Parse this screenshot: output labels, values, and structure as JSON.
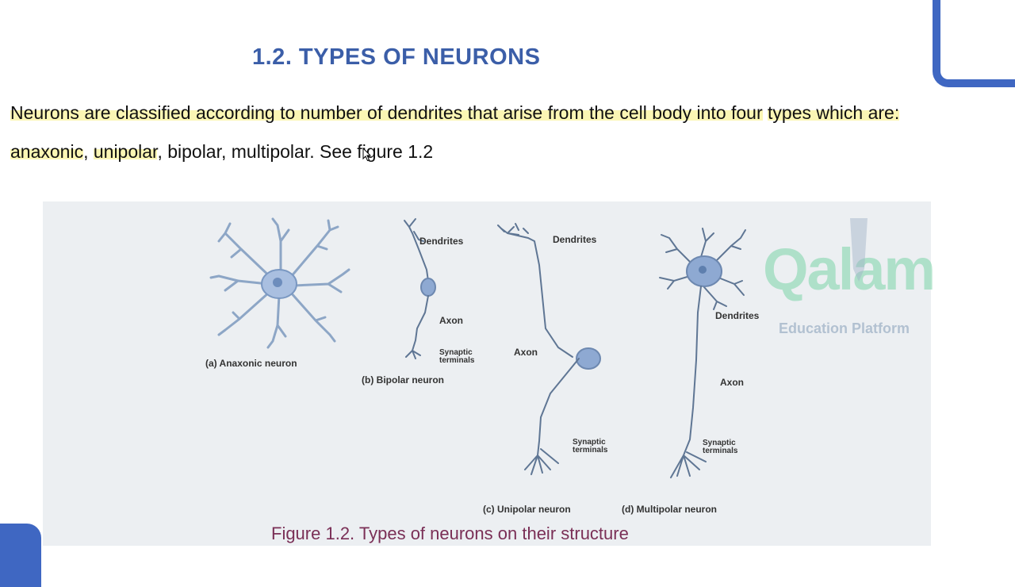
{
  "slide": {
    "title": "1.2. TYPES OF NEURONS",
    "paragraph": {
      "segments": [
        {
          "text": "Neurons are classified ",
          "highlight": true
        },
        {
          "text": "according to ",
          "highlight": true
        },
        {
          "text": "number of dendrites ",
          "highlight": true
        },
        {
          "text": "that arise from the cell body into four",
          "highlight": true
        },
        {
          "text": " ",
          "highlight": false
        },
        {
          "text": "types which are:  ",
          "highlight": true
        },
        {
          "text": "anaxonic",
          "highlight": true
        },
        {
          "text": ", ",
          "highlight": false
        },
        {
          "text": "unipolar",
          "highlight": true
        },
        {
          "text": ", bipolar, multipolar. See figure 1.2",
          "highlight": false
        }
      ]
    },
    "accent_color": "#3f67c2"
  },
  "figure": {
    "caption": "Figure 1.2. Types of neurons on their structure",
    "labels": {
      "dendrites_b": "Dendrites",
      "axon_b": "Axon",
      "synaptic_b": "Synaptic terminals",
      "dendrites_c": "Dendrites",
      "axon_c": "Axon",
      "synaptic_c": "Synaptic terminals",
      "dendrites_d": "Dendrites",
      "axon_d": "Axon",
      "synaptic_d": "Synaptic terminals"
    },
    "panels": {
      "a": "(a) Anaxonic neuron",
      "b": "(b) Bipolar neuron",
      "c": "(c) Unipolar neuron",
      "d": "(d) Multipolar neuron"
    }
  },
  "watermark": {
    "logo": "Qalam",
    "subtitle": "Education Platform"
  }
}
